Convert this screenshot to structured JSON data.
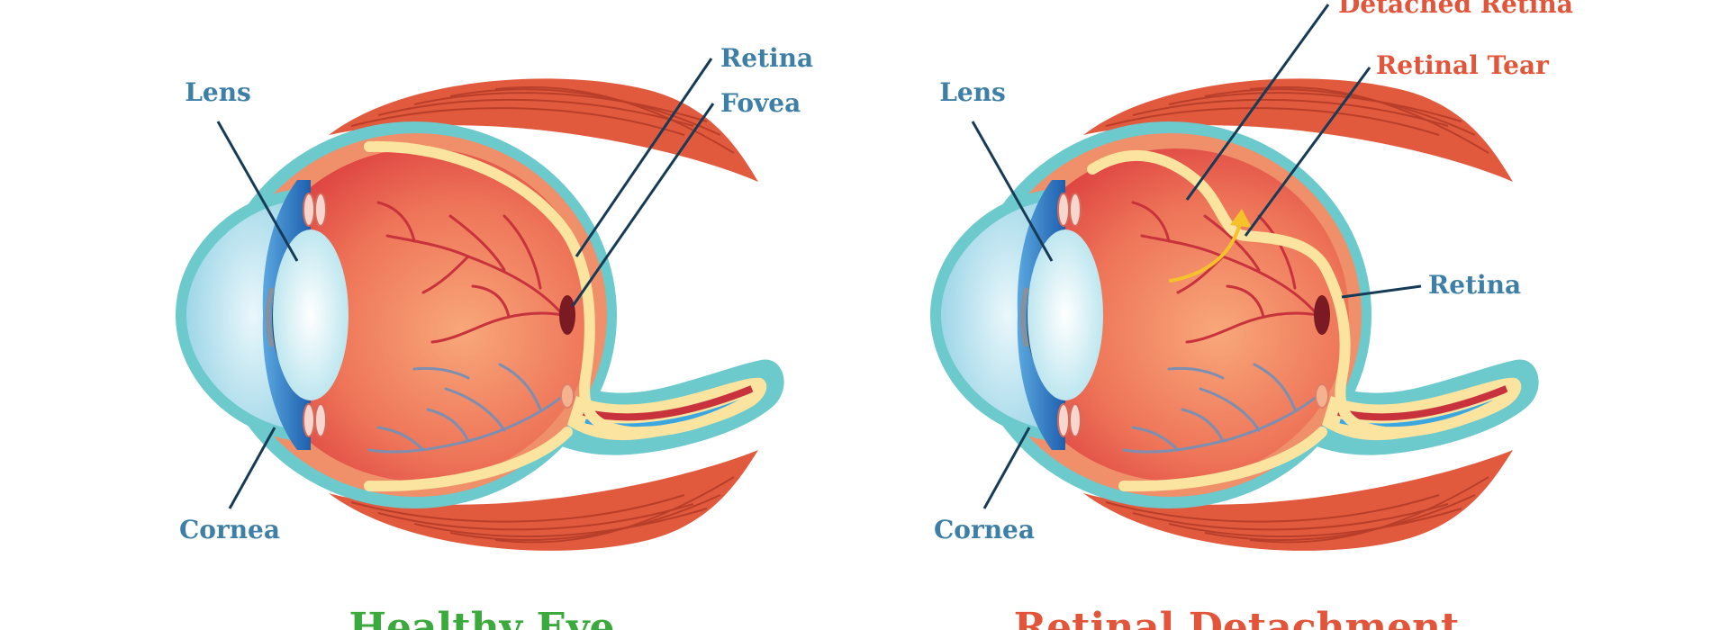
{
  "colors": {
    "label_blue": "#3D7FA6",
    "leader_line": "#163B57",
    "healthy_title": "#3BAA3C",
    "detachment_red": "#E2553A",
    "muscle": "#E25A3E",
    "sclera_outline": "#6CC9CC",
    "retina_yellow": "#FBE3A0",
    "vitreous": "#E3533F"
  },
  "diagrams": [
    {
      "id": "healthy",
      "title": "Healthy Eye",
      "labels": {
        "lens": "Lens",
        "retina": "Retina",
        "fovea": "Fovea",
        "cornea": "Cornea"
      }
    },
    {
      "id": "detachment",
      "title": "Retinal Detachment",
      "labels": {
        "lens": "Lens",
        "detached_retina": "Detached Retina",
        "retinal_tear": "Retinal Tear",
        "retina": "Retina",
        "cornea": "Cornea"
      }
    }
  ]
}
